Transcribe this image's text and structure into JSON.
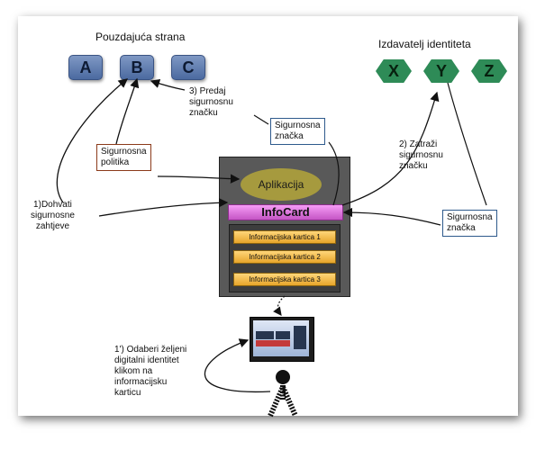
{
  "relying_party": {
    "title": "Pouzdajuća strana",
    "items": [
      "A",
      "B",
      "C"
    ]
  },
  "identity_provider": {
    "title": "Izdavatelj identiteta",
    "items": [
      "X",
      "Y",
      "Z"
    ]
  },
  "labels": {
    "step3": "3) Predaj\nsigurnosnu\nznačku",
    "token_mid": "Sigurnosna\nznačka",
    "policy": "Sigurnosna\npolitika",
    "step2": "2) Zatraži\nsigurnosnu\nznačku",
    "step1": "1)Dohvati\nsigurnosne\nzahtjeve",
    "token_right": "Sigurnosna\nznačka",
    "step1b": "1') Odaberi željeni\ndigitalni identitet\nklikom na\ninformacijsku\nkarticu"
  },
  "machine": {
    "app": "Aplikacija",
    "infocard": "InfoCard",
    "cards": [
      "Informacijska kartica 1",
      "Informacijska kartica 2",
      "Informacijska kartica 3"
    ]
  },
  "colors": {
    "relying_party_fill": "#5f7fb5",
    "identity_fill": "#2e8b57",
    "infocard_fill": "#e07ee0",
    "card_fill": "#f2bd4c",
    "app_fill": "#a69a3e",
    "policy_border": "#8b3a1a",
    "token_border": "#2e5a8c"
  }
}
